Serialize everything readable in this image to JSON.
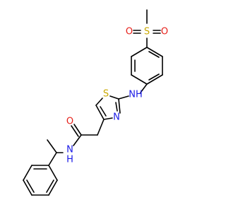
{
  "atoms": {
    "sulfone_o_left": {
      "label": "O",
      "color": "#e6201a"
    },
    "sulfone_s": {
      "label": "S",
      "color": "#c9a800"
    },
    "sulfone_o_right": {
      "label": "O",
      "color": "#e6201a"
    },
    "amine_nh": {
      "label": "NH",
      "color": "#1a1ae6"
    },
    "thiazole_s": {
      "label": "S",
      "color": "#c9a800"
    },
    "thiazole_n": {
      "label": "N",
      "color": "#1a1ae6"
    },
    "amide_o": {
      "label": "O",
      "color": "#e6201a"
    },
    "amide_nh": {
      "label": "N",
      "color": "#1a1ae6"
    },
    "amide_h": {
      "label": "H",
      "color": "#1a1ae6"
    }
  }
}
